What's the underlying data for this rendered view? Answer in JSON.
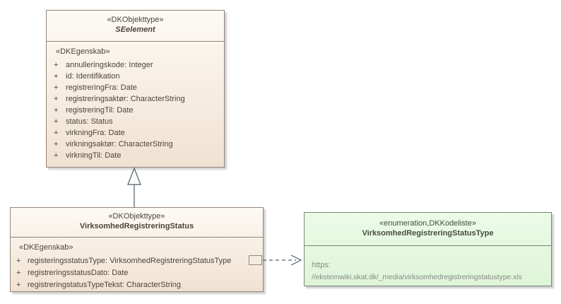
{
  "diagram": {
    "kind": "uml-class-diagram",
    "background_color": "#FFFFFF",
    "connector_color": "#4F5D66",
    "class_fill_top": "#FDFAF5",
    "class_fill_bottom": "#F0E2D1",
    "class_border": "#94857A",
    "enum_fill_top": "#EBFBE6",
    "enum_fill_bottom": "#DEF5D7",
    "enum_border": "#798672",
    "text_color": "#4C443A",
    "url_text_color": "#8A8A8A"
  },
  "classes": {
    "seelement": {
      "stereotype": "«DKObjekttype»",
      "name": "SEelement",
      "attr_heading": "«DKEgenskab»",
      "attributes": [
        {
          "vis": "+",
          "text": "annulleringskode: Integer"
        },
        {
          "vis": "+",
          "text": "id: Identifikation"
        },
        {
          "vis": "+",
          "text": "registreringFra: Date"
        },
        {
          "vis": "+",
          "text": "registreringsaktør: CharacterString"
        },
        {
          "vis": "+",
          "text": "registreringTil: Date"
        },
        {
          "vis": "+",
          "text": "status: Status"
        },
        {
          "vis": "+",
          "text": "virkningFra: Date"
        },
        {
          "vis": "+",
          "text": "virkningsaktør: CharacterString"
        },
        {
          "vis": "+",
          "text": "virkningTil: Date"
        }
      ]
    },
    "virksomhedRegistreringStatus": {
      "stereotype": "«DKObjekttype»",
      "name": "VirksomhedRegistreringStatus",
      "attr_heading": "«DKEgenskab»",
      "attributes": [
        {
          "vis": "+",
          "text": "registeringsstatusType: VirksomhedRegistreringStatusType"
        },
        {
          "vis": "+",
          "text": "registreringsstatusDato: Date"
        },
        {
          "vis": "+",
          "text": "registreringstatusTypeTekst: CharacterString"
        }
      ]
    },
    "virksomhedRegistreringStatusType": {
      "stereotype": "«enumeration,DKKodeliste»",
      "name": "VirksomhedRegistreringStatusType",
      "body_line1": "https:",
      "body_line2": "//eksternwiki.skat.dk/_media/virksomhedregistreringstatustype.xls"
    }
  },
  "connectors": {
    "generalization": {
      "type": "generalization",
      "from": "VirksomhedRegistreringStatus",
      "to": "SEelement",
      "line_style": "solid",
      "arrowhead": "hollow-triangle"
    },
    "dependency": {
      "type": "dependency",
      "from_attribute": "registeringsstatusType",
      "to": "VirksomhedRegistreringStatusType",
      "line_style": "dashed",
      "arrowhead": "open"
    }
  }
}
